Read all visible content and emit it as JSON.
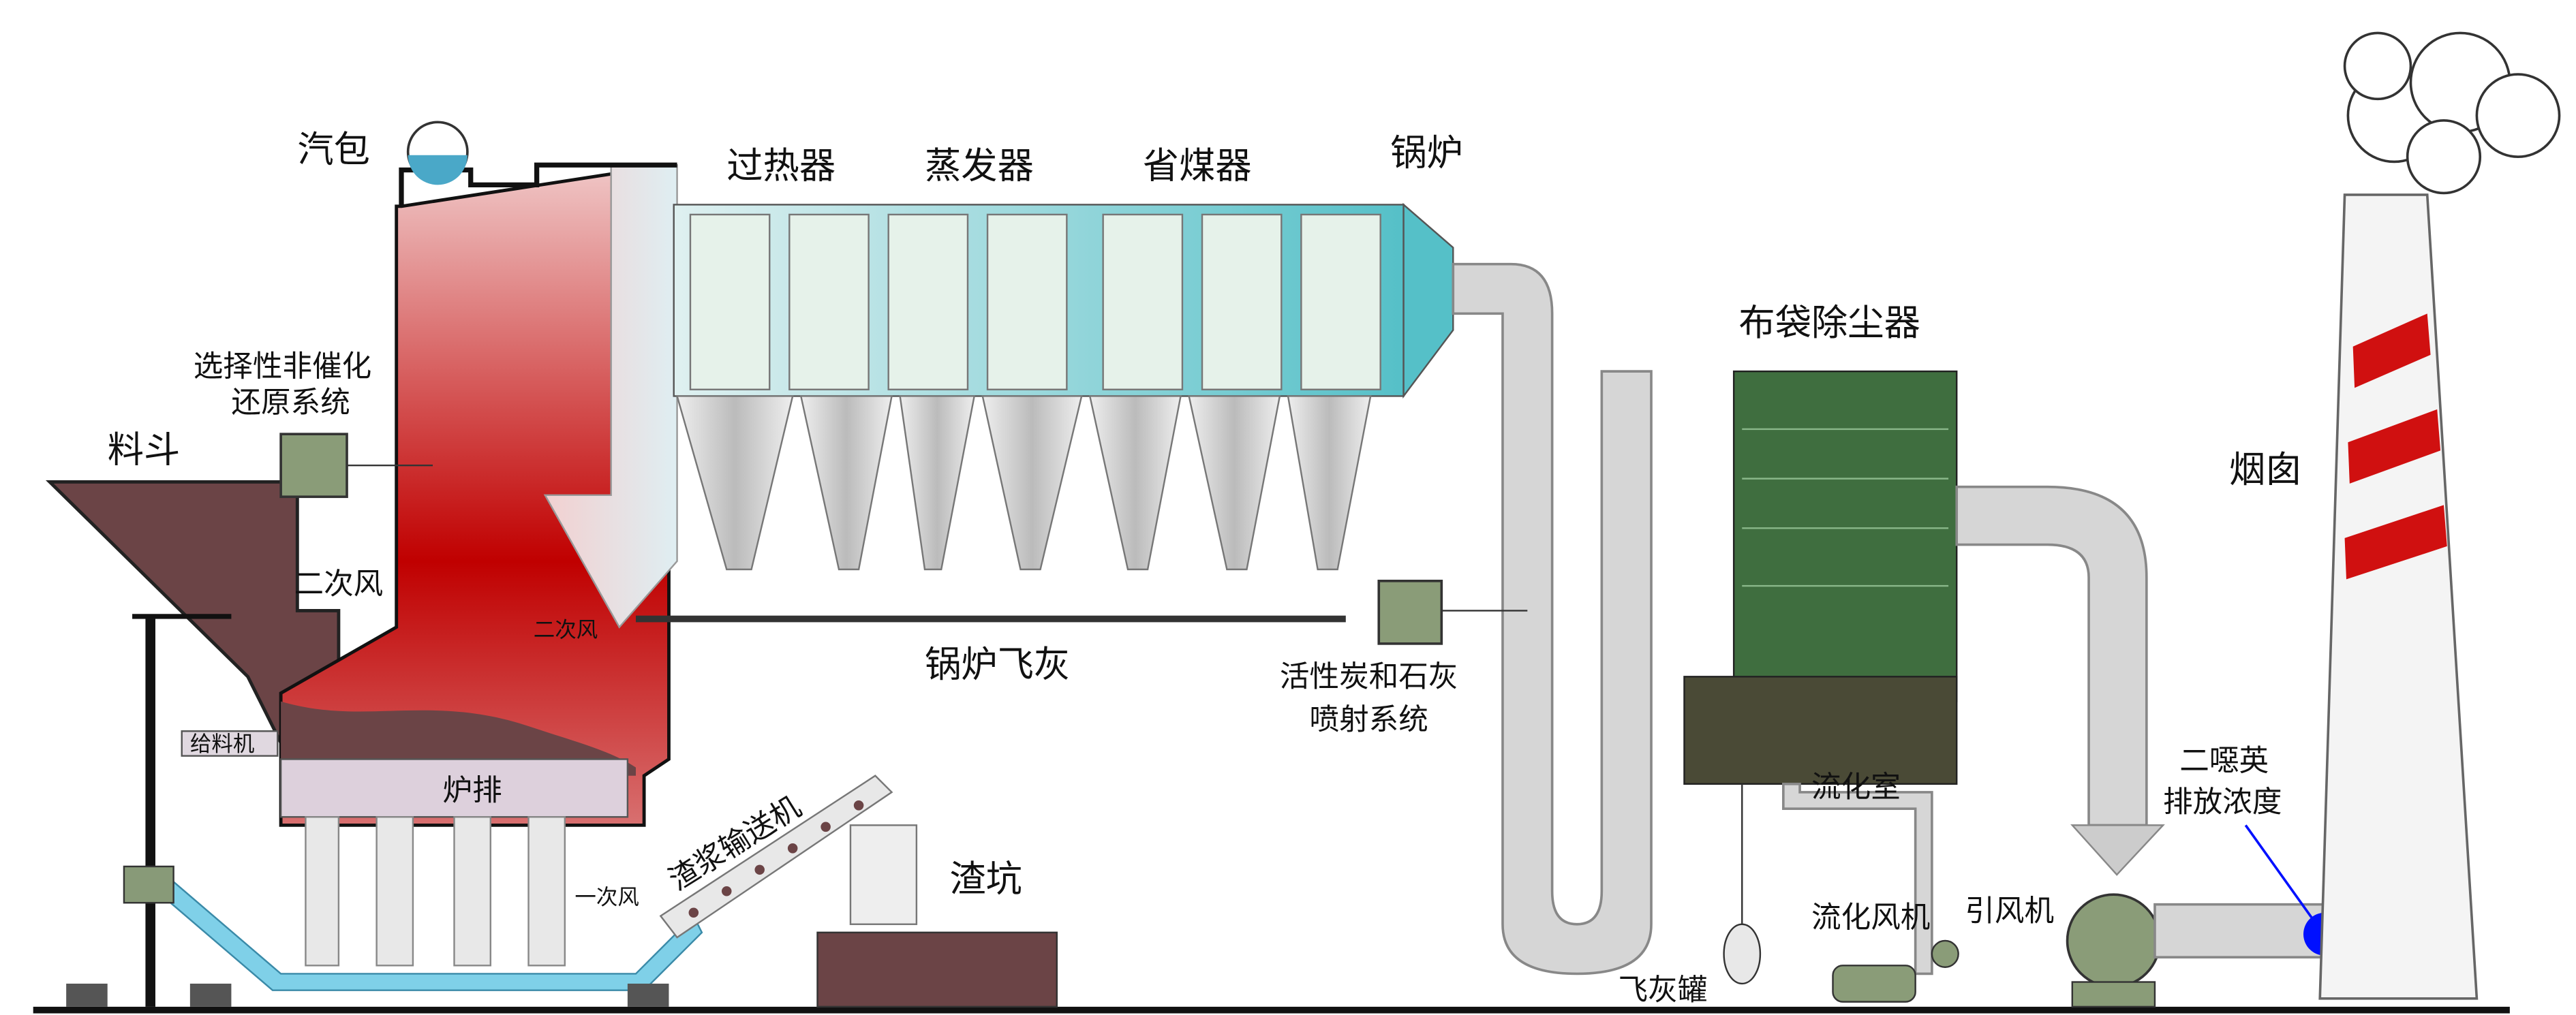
{
  "title": "垃圾焚烧发电工艺流程",
  "labels": {
    "steam_drum": "汽包",
    "superheater": "过热器",
    "evaporator": "蒸发器",
    "economizer": "省煤器",
    "boiler": "锅炉",
    "sncr_line1": "选择性非催化",
    "sncr_line2": "还原系统",
    "hopper": "料斗",
    "secondary_air": "二次风",
    "secondary_air_small": "二次风",
    "feeder": "给料机",
    "grate": "炉排",
    "primary_air": "一次风",
    "slag_conveyor": "渣浆输送机",
    "slag_pit": "渣坑",
    "boiler_fly_ash": "锅炉飞灰",
    "injection_line1": "活性炭和石灰",
    "injection_line2": "喷射系统",
    "bag_filter": "布袋除尘器",
    "fluidizing_chamber": "流化室",
    "fluidizing_fan": "流化风机",
    "induced_draft_fan": "引风机",
    "fly_ash_tank": "飞灰罐",
    "chimney": "烟囱",
    "dioxin_line1": "二噁英",
    "dioxin_line2": "排放浓度"
  },
  "colors": {
    "furnace_red": "#c00000",
    "hopper_brown": "#6b4446",
    "filter_green": "#3f6e3f",
    "water_blue": "#7fd0e8",
    "sensor_blue": "#0010ff"
  }
}
